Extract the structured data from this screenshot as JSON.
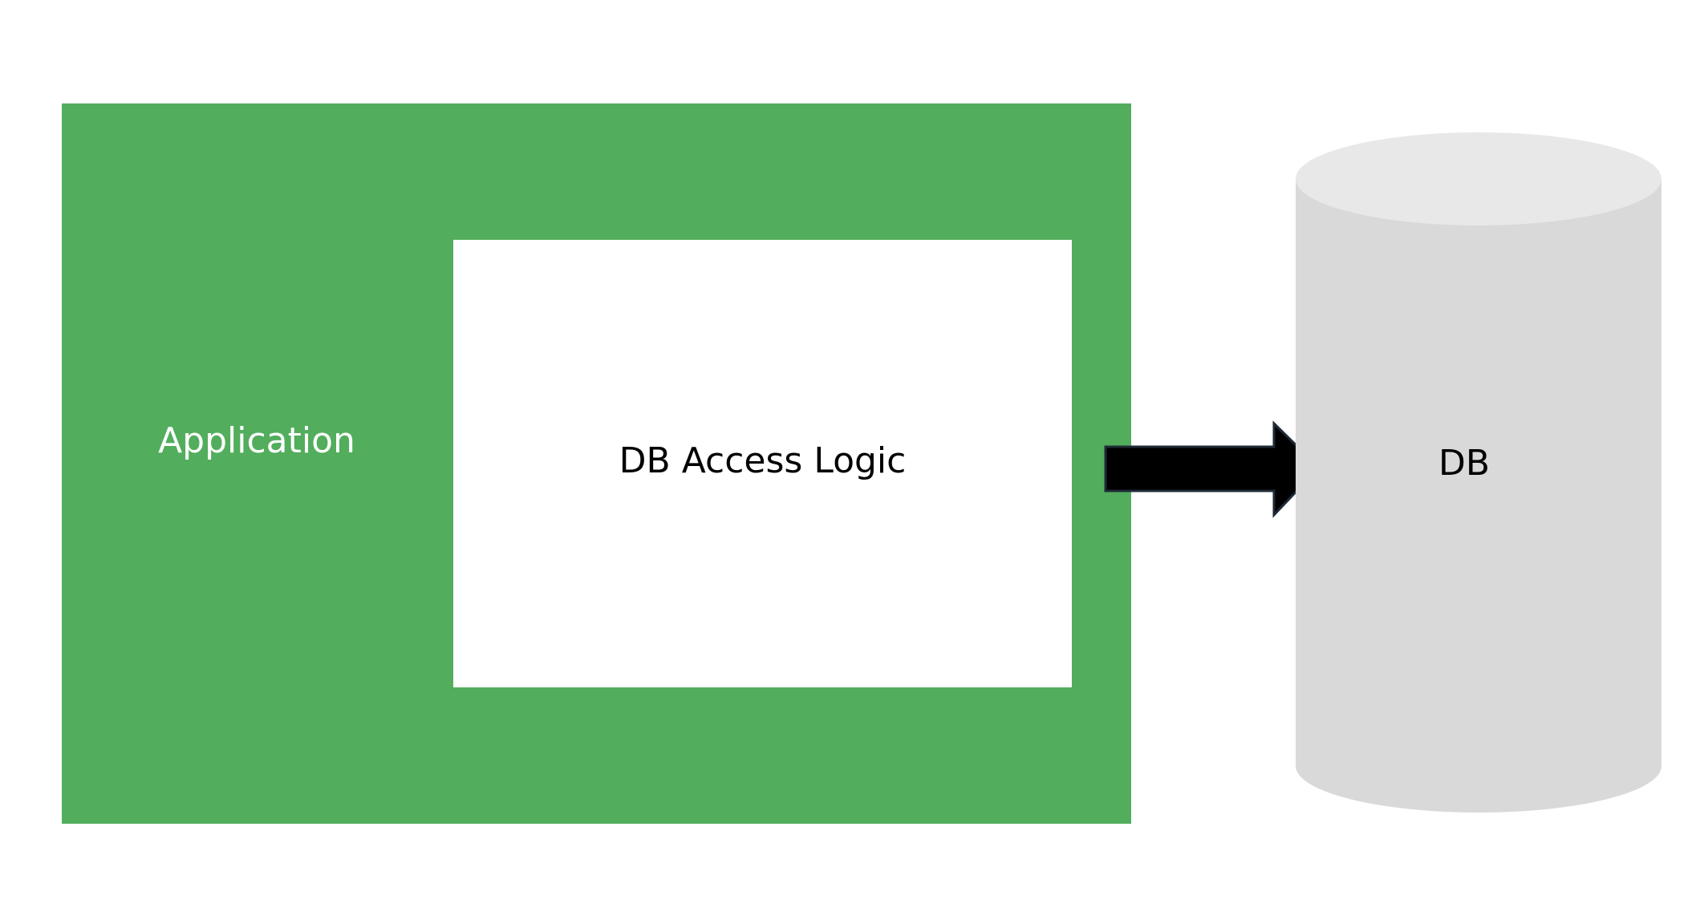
{
  "diagram": {
    "application": {
      "label": "Application",
      "fill": "#52ad5c",
      "text_color": "#ffffff"
    },
    "access_logic": {
      "label": "DB Access Logic",
      "fill": "#ffffff",
      "text_color": "#000000"
    },
    "arrow": {
      "fill": "#000000",
      "stroke": "#1f2a36",
      "direction": "right"
    },
    "database": {
      "label": "DB",
      "body_fill": "#d9d9d9",
      "top_fill": "#e8e8e8",
      "shape": "cylinder"
    }
  }
}
